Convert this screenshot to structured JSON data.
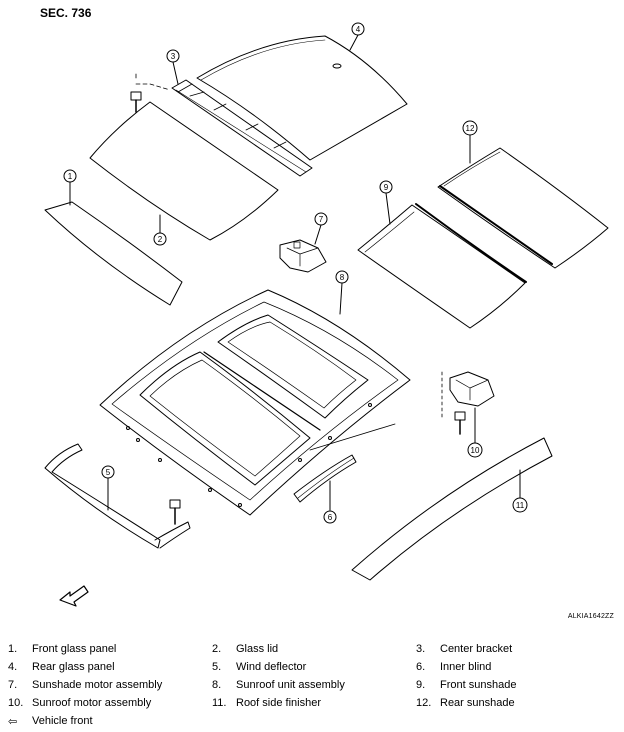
{
  "section": "SEC. 736",
  "figure_code": "ALKIA1642ZZ",
  "callouts": [
    "1",
    "2",
    "3",
    "4",
    "5",
    "6",
    "7",
    "8",
    "9",
    "10",
    "11",
    "12"
  ],
  "legend": [
    {
      "num": "1.",
      "label": "Front glass panel"
    },
    {
      "num": "2.",
      "label": "Glass lid"
    },
    {
      "num": "3.",
      "label": "Center bracket"
    },
    {
      "num": "4.",
      "label": "Rear glass panel"
    },
    {
      "num": "5.",
      "label": "Wind deflector"
    },
    {
      "num": "6.",
      "label": "Inner blind"
    },
    {
      "num": "7.",
      "label": "Sunshade motor assembly"
    },
    {
      "num": "8.",
      "label": "Sunroof unit assembly"
    },
    {
      "num": "9.",
      "label": "Front sunshade"
    },
    {
      "num": "10.",
      "label": "Sunroof motor assembly"
    },
    {
      "num": "11.",
      "label": "Roof side finisher"
    },
    {
      "num": "12.",
      "label": "Rear sunshade"
    },
    {
      "num": "⇦",
      "label": "Vehicle front"
    }
  ]
}
